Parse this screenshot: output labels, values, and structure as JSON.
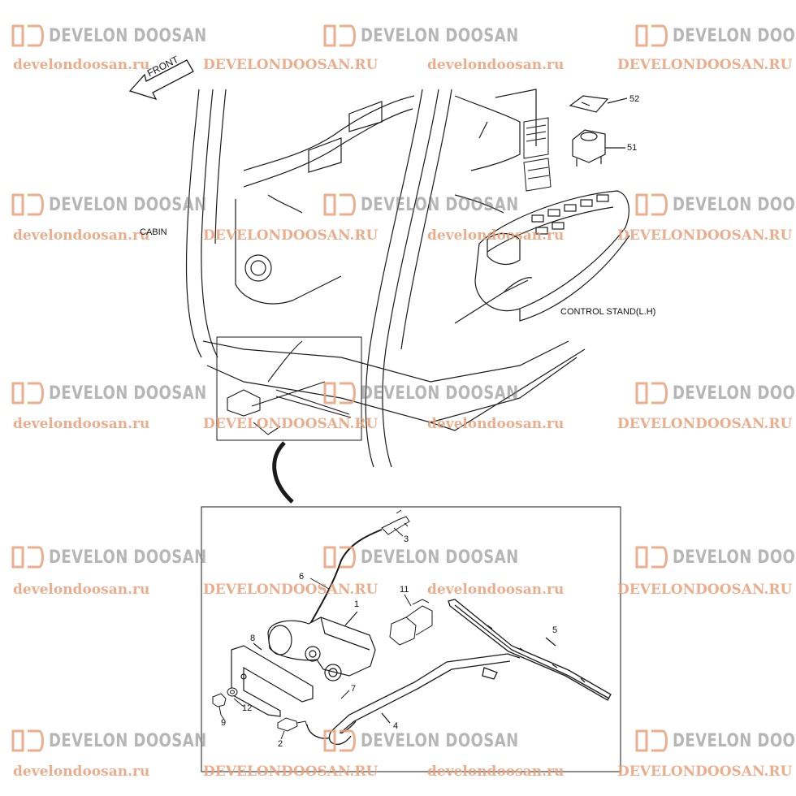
{
  "labels": {
    "front": "FRONT",
    "cabin": "CABIN",
    "control_stand": "CONTROL STAND(L.H)"
  },
  "callouts": [
    "52",
    "51",
    "3",
    "6",
    "11",
    "1",
    "5",
    "8",
    "7",
    "12",
    "4",
    "9",
    "2"
  ],
  "watermark": {
    "brand": "DEVELON DOOSAN",
    "url_lower": "develondoosan.ru",
    "url_upper": "DEVELONDOOSAN.RU"
  },
  "colors": {
    "line": "#1a1a1a",
    "watermark_brand": "#7a7a7a",
    "watermark_url": "#e8a07a",
    "watermark_mark": "#e8a07a"
  }
}
